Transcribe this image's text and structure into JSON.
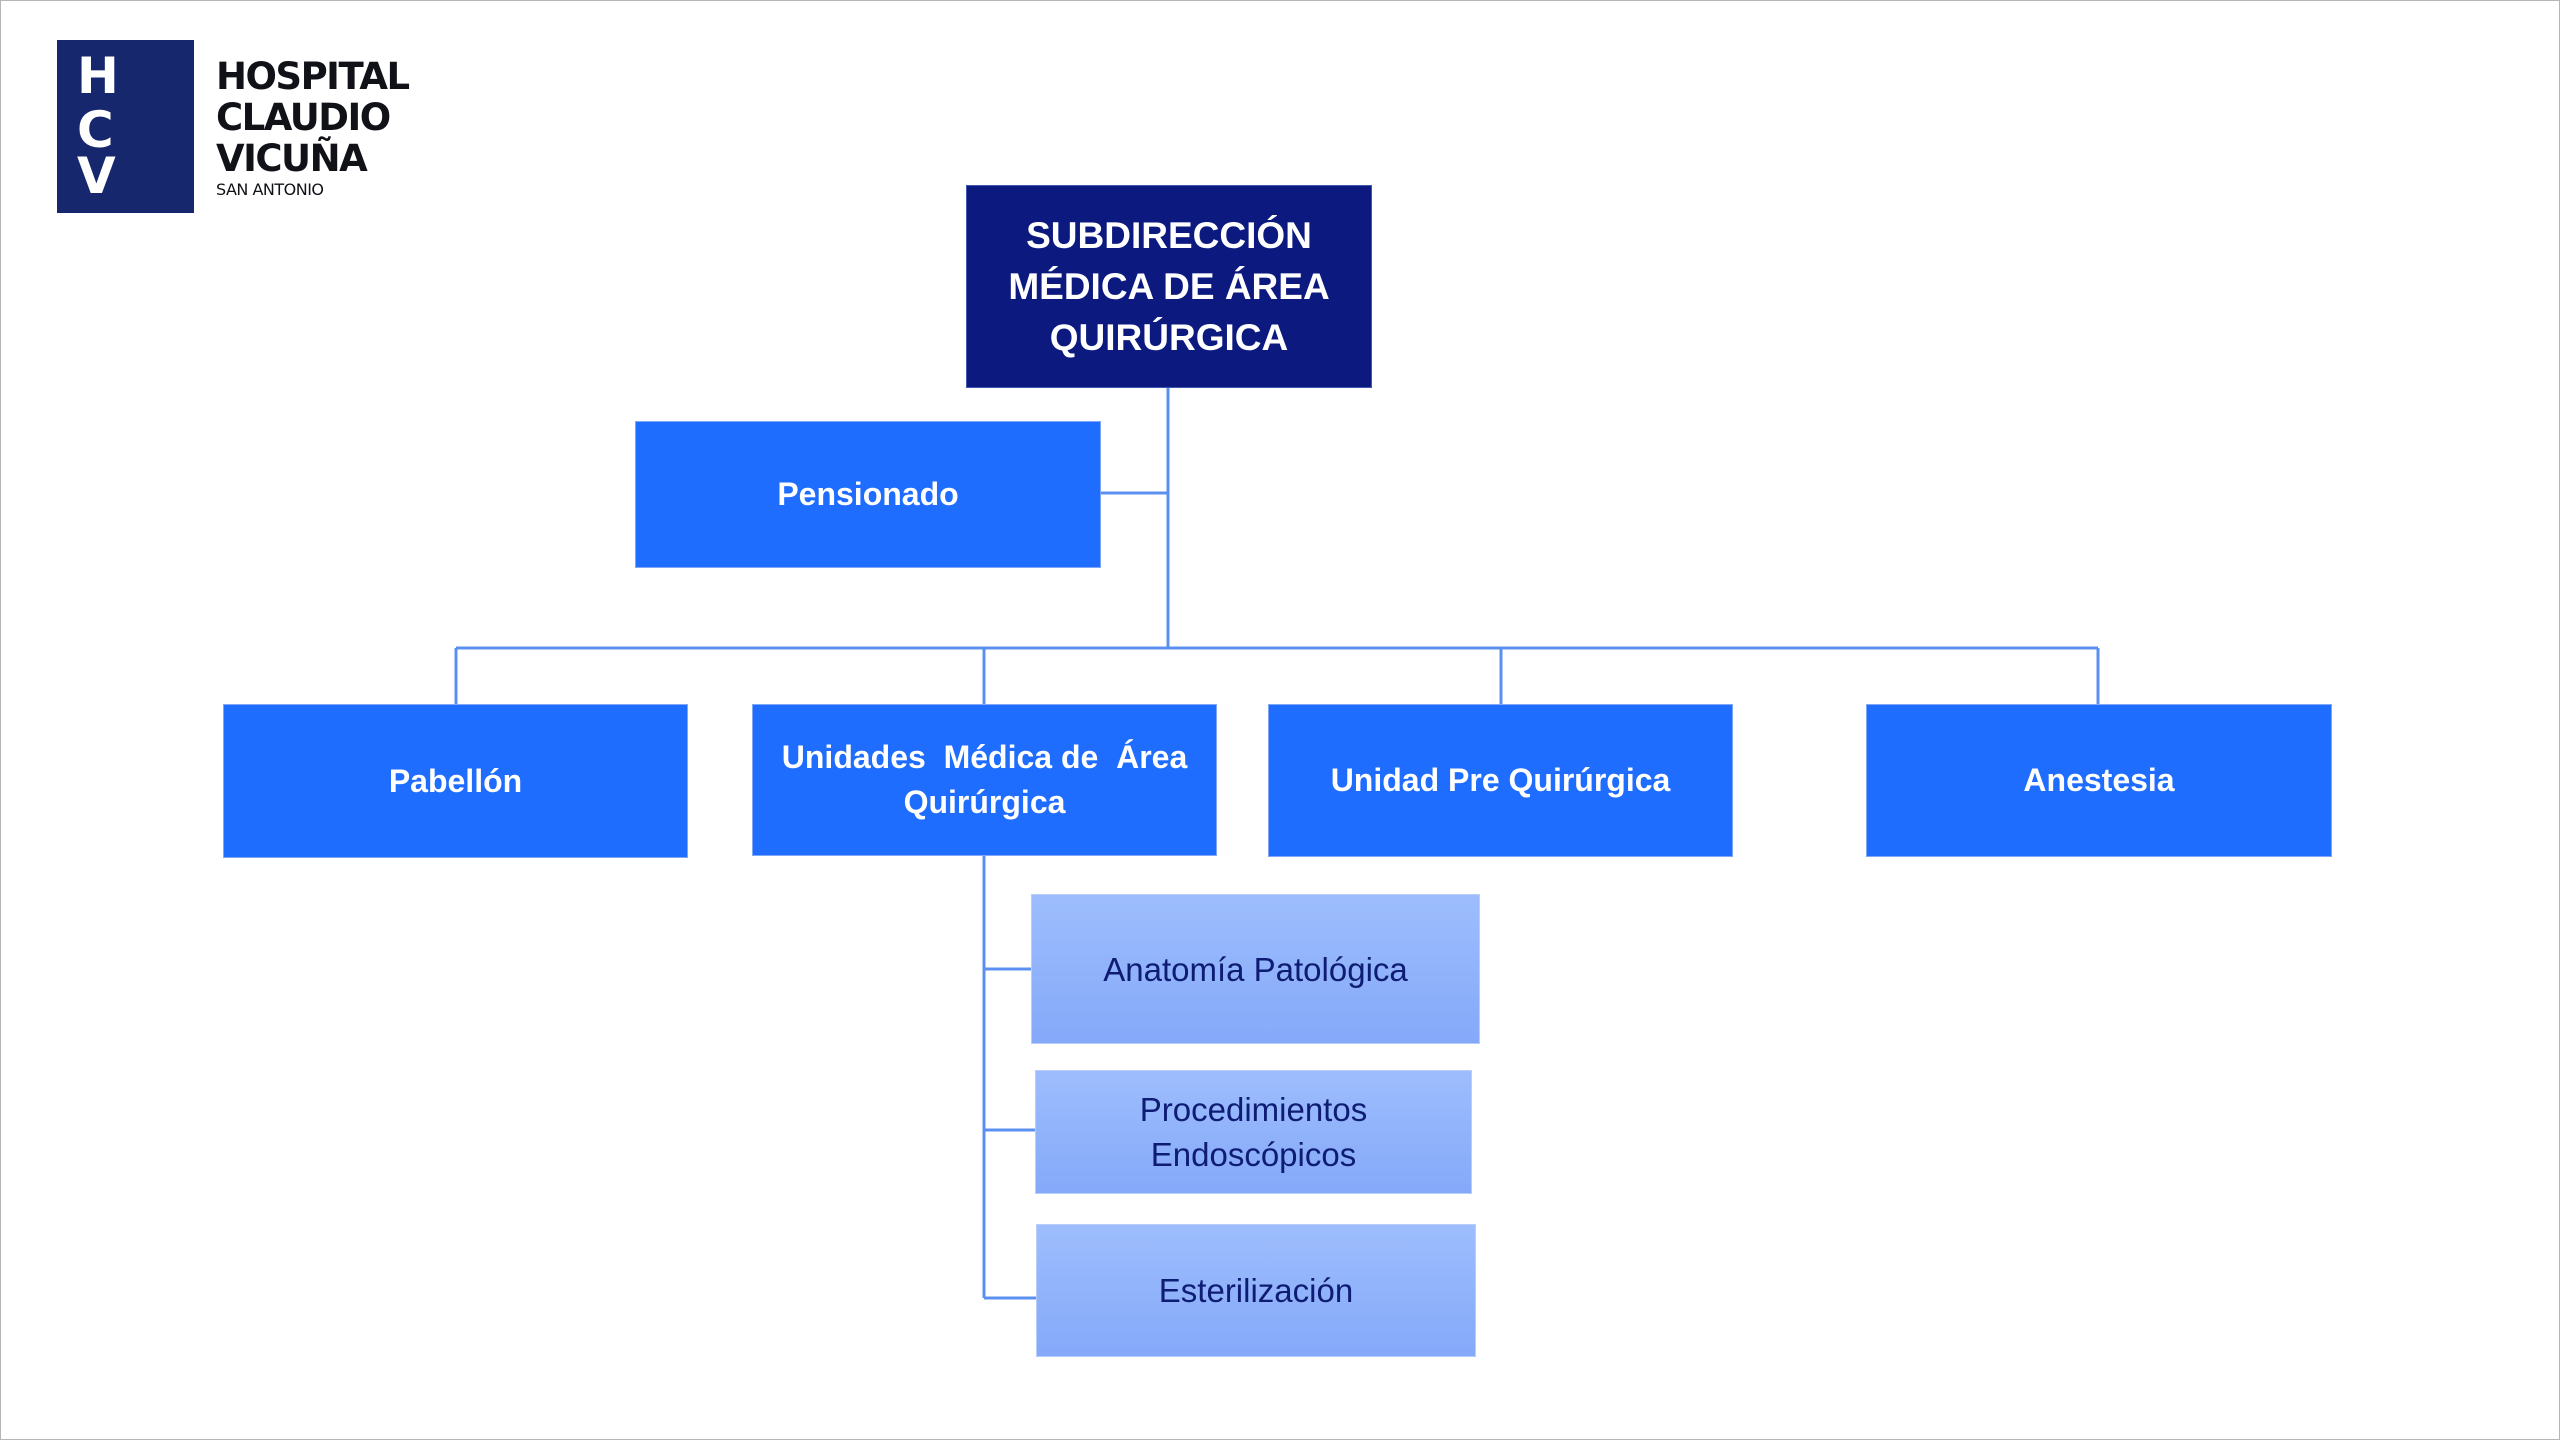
{
  "logo": {
    "monogram": [
      "H",
      "C",
      "V"
    ],
    "name_lines": [
      "HOSPITAL",
      "CLAUDIO",
      "VICUÑA"
    ],
    "subtitle": "SAN ANTONIO"
  },
  "colors": {
    "top_node": "#0c1a80",
    "level_node": "#1f6dff",
    "sub_node": "#92b3fb",
    "sub_text": "#0e1c74",
    "connector": "#5c90f0",
    "logo_box": "#16276e"
  },
  "org_chart": {
    "root": {
      "label": "SUBDIRECCIÓN MÉDICA DE ÁREA QUIRÚRGICA",
      "lines": [
        "SUBDIRECCIÓN",
        "MÉDICA DE ÁREA",
        "QUIRÚRGICA"
      ]
    },
    "staff": {
      "label": "Pensionado"
    },
    "units": [
      {
        "label": "Pabellón",
        "lines": [
          "Pabellón"
        ]
      },
      {
        "label": "Unidades Médica de Área Quirúrgica",
        "lines": [
          "Unidades  Médica de  Área",
          "Quirúrgica"
        ]
      },
      {
        "label": "Unidad Pre Quirúrgica",
        "lines": [
          "Unidad Pre Quirúrgica"
        ]
      },
      {
        "label": "Anestesia",
        "lines": [
          "Anestesia"
        ]
      }
    ],
    "sub_units": [
      {
        "parent": "Unidades Médica de Área Quirúrgica",
        "label": "Anatomía Patológica",
        "lines": [
          "Anatomía Patológica"
        ]
      },
      {
        "parent": "Unidades Médica de Área Quirúrgica",
        "label": "Procedimientos Endoscópicos",
        "lines": [
          "Procedimientos",
          "Endoscópicos"
        ]
      },
      {
        "parent": "Unidades Médica de Área Quirúrgica",
        "label": "Esterilización",
        "lines": [
          "Esterilización"
        ]
      }
    ]
  }
}
